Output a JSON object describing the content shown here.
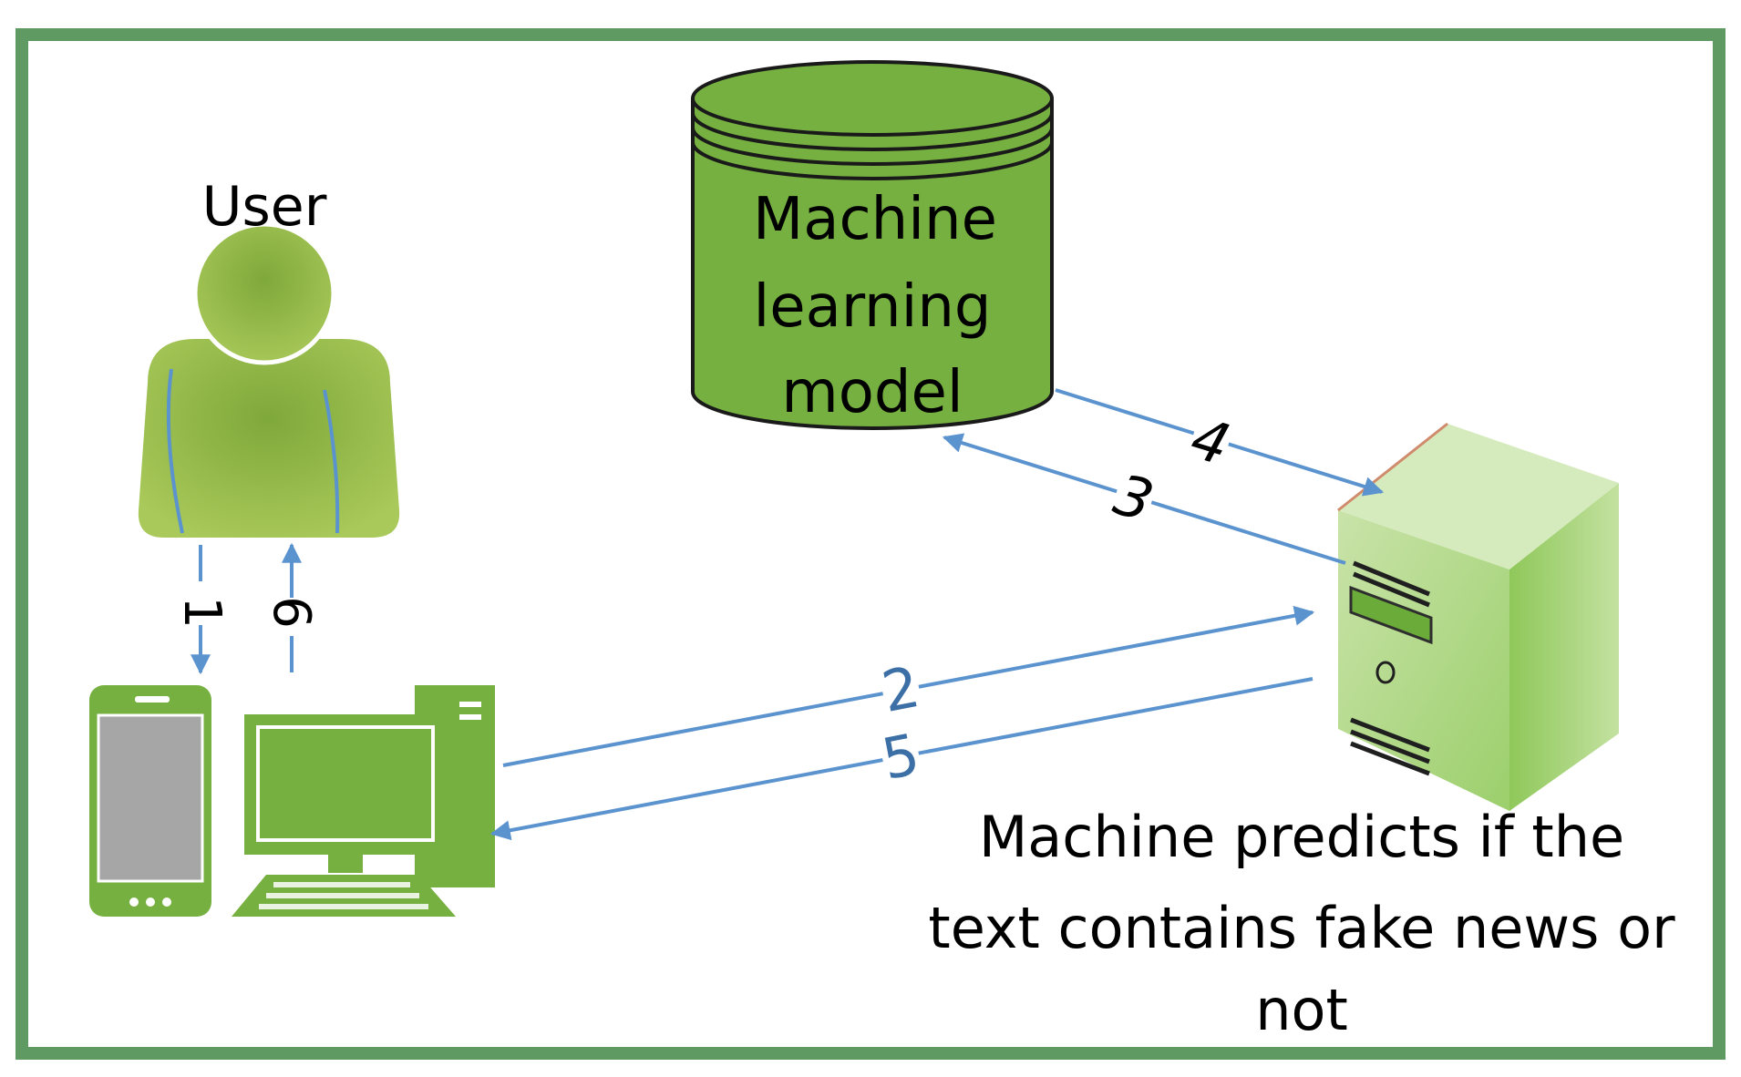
{
  "diagram": {
    "user_label": "User",
    "model_label_lines": [
      "Machine",
      "learning",
      "model"
    ],
    "server_caption_lines": [
      "Machine predicts if the",
      "text contains fake news or",
      "not"
    ],
    "steps": [
      "1",
      "2",
      "3",
      "4",
      "5",
      "6"
    ]
  },
  "colors": {
    "frame": "#5f9a62",
    "green": "#76b041",
    "green_dark": "#3f6f1f",
    "arrow": "#5b93cf",
    "text": "#000000",
    "text_blue": "#3b6fa6",
    "screen_gray": "#a6a6a6"
  }
}
